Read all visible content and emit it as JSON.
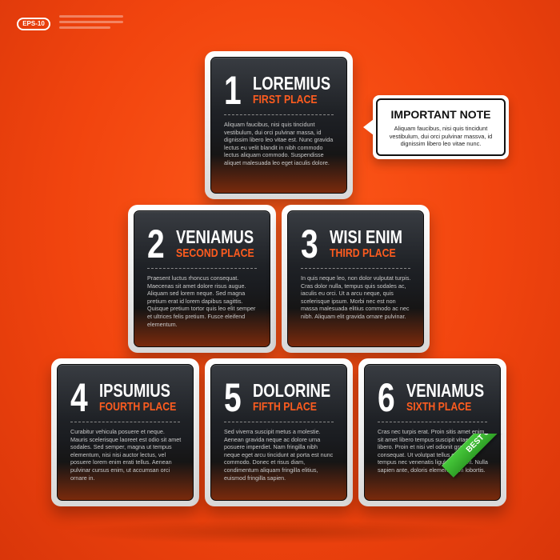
{
  "badge": "EPS-10",
  "cards": [
    {
      "num": "1",
      "title": "LOREMIUS",
      "subtitle": "FIRST PLACE",
      "text": "Aliquam faucibus, nisi quis tincidunt vestibulum, dui orci pulvinar massa, id dignissim libero leo vitae est. Nunc gravida lectus eu velit blandit in nibh commodo lectus aliquam commodo. Suspendisse aliquet malesuada leo eget iaculis dolore."
    },
    {
      "num": "2",
      "title": "VENIAMUS",
      "subtitle": "SECOND PLACE",
      "text": "Praesent luctus rhoncus consequat. Maecenas sit amet dolore risus augue. Aliquam sed lorem neque. Sed magna pretium erat id lorem dapibus sagittis. Quisque pretium tortor quis leo elit semper et ultrices felis pretium. Fusce eleifend elementum."
    },
    {
      "num": "3",
      "title": "WISI ENIM",
      "subtitle": "THIRD PLACE",
      "text": "In quis neque leo, non dolor vulputat turpis. Cras dolor nulla, tempus quis sodales ac, iaculis eu orci. Ut a arcu neque, quis scelerisque ipsum. Morbi nec est non massa malesuada elitius commodo ac nec nibh. Aliquam elit gravida ornare pulvinar."
    },
    {
      "num": "4",
      "title": "IPSUMIUS",
      "subtitle": "FOURTH PLACE",
      "text": "Curabitur vehicula posuere et neque. Mauris scelerisque laoreet est odio sit amet sodales. Sed semper, magna ut tempus elementum, nisi nisi auctor lectus, vel posuere lorem enim erati tellus. Aenean pulvinar cursus enim, ut accumsan orci ornare in."
    },
    {
      "num": "5",
      "title": "DOLORINE",
      "subtitle": "FIFTH PLACE",
      "text": "Sed viverra suscipit metus a molestie. Aenean gravida neque ac dolore urna posuere imperdiet. Nam fringilla nibh neque eget arcu tincidunt at porta est nunc commodo. Donec et risus diam, condimentum aliquam fringilla elitius, euismod fringilla sapien."
    },
    {
      "num": "6",
      "title": "VENIAMUS",
      "subtitle": "SIXTH PLACE",
      "text": "Cras nec turpis erat. Proin sitis amet enim sit amet libero tempus suscipit vitae a libero. Proin et nisi vel odionit gravida consequat. Ut volutpat tellus eget ante tempus nec venenatis ligula tincidunt. Nulla sapien ante, doloris elementum in lobortis."
    }
  ],
  "note": {
    "title": "IMPORTANT NOTE",
    "text": "Aliquam faucibus, nisi quis tincidunt vestibulum, dui orci pulvinar massva, id dignissim libero leo vitae nunc."
  },
  "ribbon": "BEST CHOICE",
  "colors": {
    "background": "#f1440e",
    "accent": "#ff5a1c",
    "ribbon": "#3db832"
  }
}
